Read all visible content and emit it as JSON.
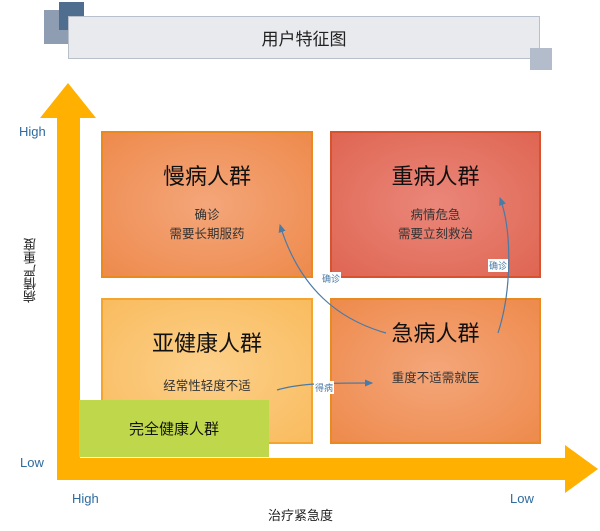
{
  "title": "用户特征图",
  "axes": {
    "y_label": "病情严重度",
    "y_high": "High",
    "y_low": "Low",
    "x_label": "治疗紧急度",
    "x_high": "High",
    "x_low": "Low"
  },
  "quadrants": {
    "chronic": {
      "title": "慢病人群",
      "desc1": "确诊",
      "desc2": "需要长期服药"
    },
    "severe": {
      "title": "重病人群",
      "desc1": "病情危急",
      "desc2": "需要立刻救治"
    },
    "subhealth": {
      "title": "亚健康人群",
      "desc1": "经常性轻度不适"
    },
    "acute": {
      "title": "急病人群",
      "desc1": "重度不适需就医"
    },
    "healthy": {
      "title": "完全健康人群"
    }
  },
  "transitions": {
    "to_chronic": "确诊",
    "to_severe": "确诊",
    "to_acute": "得病"
  }
}
